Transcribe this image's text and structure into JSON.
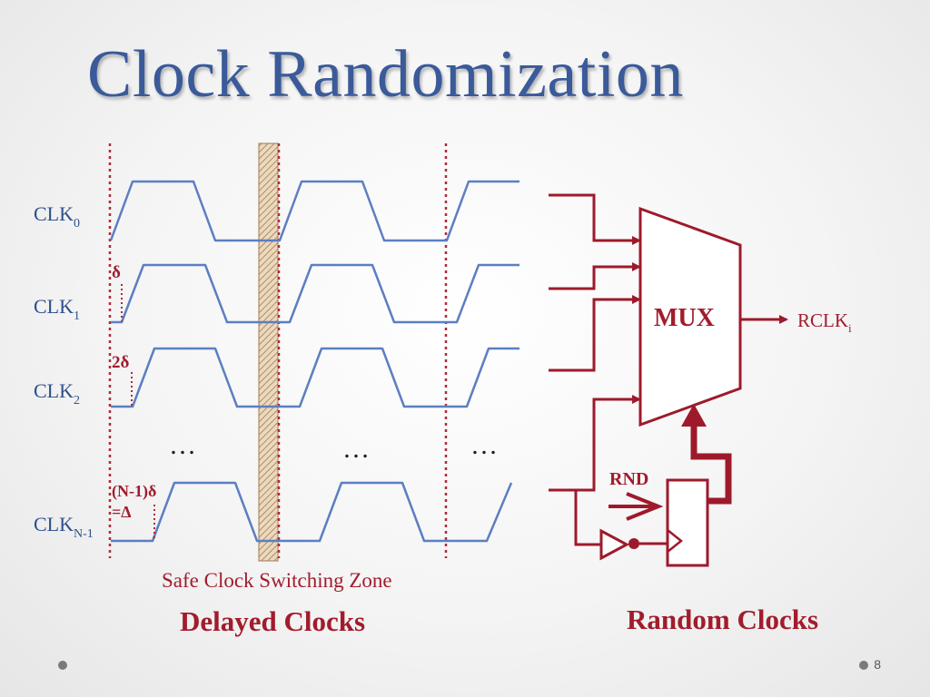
{
  "slide": {
    "title": "Clock Randomization",
    "page_number": "8"
  },
  "delayed": {
    "clocks": [
      {
        "base": "CLK",
        "sub": "0"
      },
      {
        "base": "CLK",
        "sub": "1"
      },
      {
        "base": "CLK",
        "sub": "2"
      },
      {
        "base": "CLK",
        "sub": "N-1"
      }
    ],
    "delays": {
      "d1": "δ",
      "d2": "2δ",
      "dn_line1": "(N-1)δ",
      "dn_line2": "=Δ"
    },
    "ellipsis": "…",
    "safe_zone_label": "Safe Clock Switching Zone",
    "caption": "Delayed Clocks"
  },
  "mux": {
    "label": "MUX",
    "output_base": "RCLK",
    "output_sub": "i",
    "rnd_label": "RND",
    "caption": "Random Clocks"
  },
  "colors": {
    "title": "#3a5a9a",
    "clock_label": "#2c4f8c",
    "waveform": "#5b7fc2",
    "circuit": "#9e1a2b",
    "safe_zone": "#c9a27a"
  }
}
